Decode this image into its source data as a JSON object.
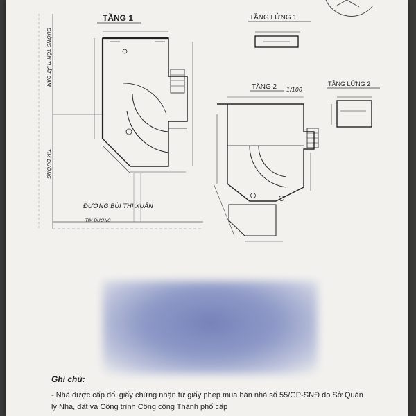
{
  "plans": {
    "tang1": {
      "title": "TẦNG 1"
    },
    "tang_lung1": {
      "title": "TẦNG LỬNG 1"
    },
    "tang2": {
      "title": "TẦNG 2",
      "scale": "1/100"
    },
    "tang_lung2": {
      "title": "TẦNG LỬNG 2"
    }
  },
  "streets": {
    "vertical": "ĐƯỜNG TÔN THẤT ĐẠM",
    "bottom": "ĐƯỜNG BÙI THỊ XUÂN",
    "bottom_sub": "TIM ĐƯỜNG",
    "side": "TIM ĐƯỜNG"
  },
  "notes": {
    "title": "Ghi chú:",
    "lines": [
      "- Nhà được cấp đổi giấy chứng nhận từ giấy phép mua bán nhà số 55/GP-SNĐ do Sở Quản",
      "lý Nhà, đất và Công trình Công cộng Thành phố cấp"
    ]
  }
}
